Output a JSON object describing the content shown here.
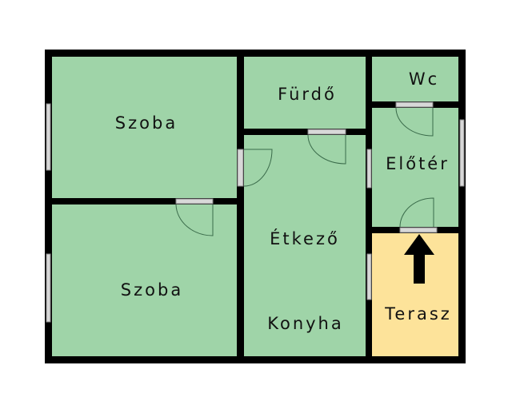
{
  "plan": {
    "rooms": [
      {
        "id": "szoba1",
        "label": "Szoba"
      },
      {
        "id": "szoba2",
        "label": "Szoba"
      },
      {
        "id": "furdo",
        "label": "Fürdő"
      },
      {
        "id": "wc",
        "label": "Wc"
      },
      {
        "id": "eloter",
        "label": "Előtér"
      },
      {
        "id": "etkezo",
        "label": "Étkező"
      },
      {
        "id": "konyha",
        "label": "Konyha"
      },
      {
        "id": "terasz",
        "label": "Terasz"
      }
    ],
    "colors": {
      "room": "#9fd4a8",
      "terrace": "#fde39a",
      "wall": "#000000"
    },
    "entrance_icon": "arrow-up-icon"
  }
}
